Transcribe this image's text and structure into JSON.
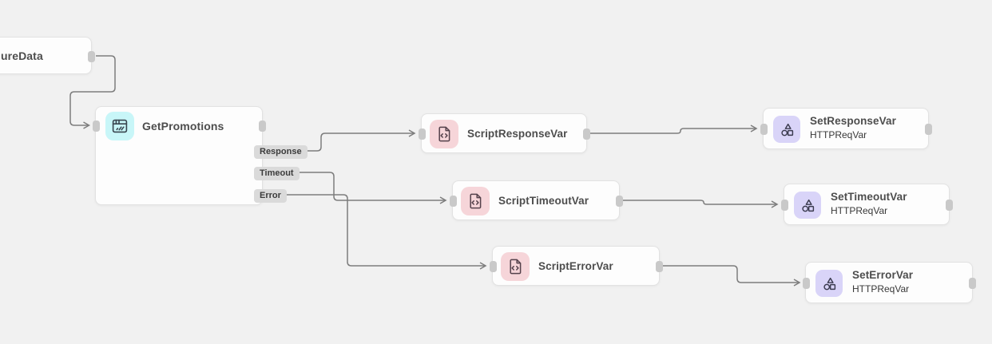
{
  "canvas": {
    "background": "#f1f1f1"
  },
  "colors": {
    "edge": "#7d7d7d",
    "handle": "#c9c9c9",
    "node_border": "#e2e2e2",
    "port_pill_bg": "#dadada",
    "icon_cyan_bg": "#c8f6f8",
    "icon_pink_bg": "#f6d5d9",
    "icon_purple_bg": "#d9d4f8"
  },
  "nodes": {
    "capture": {
      "label": "ureData"
    },
    "get_promotions": {
      "label": "GetPromotions",
      "icon": "browser-window-icon",
      "ports": [
        "Response",
        "Timeout",
        "Error"
      ]
    },
    "script_response": {
      "label": "ScriptResponseVar",
      "icon": "file-code-icon"
    },
    "set_response": {
      "label": "SetResponseVar",
      "subtitle": "HTTPReqVar",
      "icon": "shapes-icon"
    },
    "script_timeout": {
      "label": "ScriptTimeoutVar",
      "icon": "file-code-icon"
    },
    "set_timeout": {
      "label": "SetTimeoutVar",
      "subtitle": "HTTPReqVar",
      "icon": "shapes-icon"
    },
    "script_error": {
      "label": "ScriptErrorVar",
      "icon": "file-code-icon"
    },
    "set_error": {
      "label": "SetErrorVar",
      "subtitle": "HTTPReqVar",
      "icon": "shapes-icon"
    }
  },
  "edges": [
    {
      "from": "ureData",
      "to": "GetPromotions"
    },
    {
      "from": "GetPromotions.Response",
      "to": "ScriptResponseVar"
    },
    {
      "from": "GetPromotions.Timeout",
      "to": "ScriptTimeoutVar"
    },
    {
      "from": "GetPromotions.Error",
      "to": "ScriptErrorVar"
    },
    {
      "from": "ScriptResponseVar",
      "to": "SetResponseVar"
    },
    {
      "from": "ScriptTimeoutVar",
      "to": "SetTimeoutVar"
    },
    {
      "from": "ScriptErrorVar",
      "to": "SetErrorVar"
    }
  ]
}
